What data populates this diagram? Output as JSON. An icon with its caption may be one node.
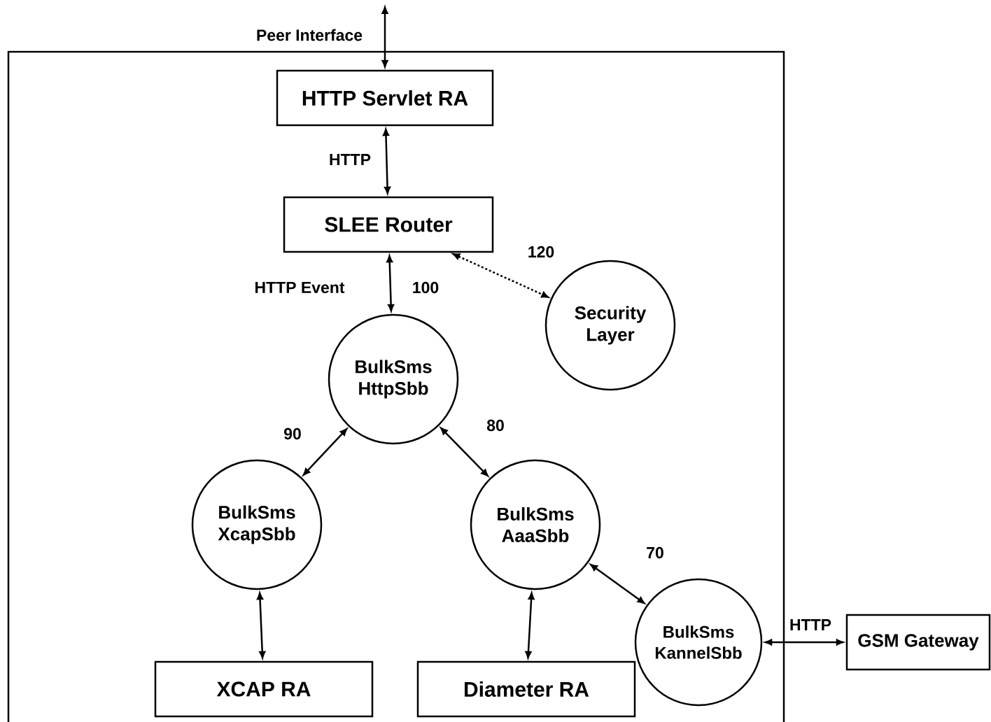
{
  "diagram": {
    "nodes": [
      {
        "text": [
          "HTTP Servlet RA"
        ]
      },
      {
        "text": [
          "SLEE Router"
        ]
      },
      {
        "text": [
          "Security Layer"
        ]
      },
      {
        "text": [
          "BulkSms HttpSbb"
        ]
      },
      {
        "text": [
          "BulkSms XcapSbb"
        ]
      },
      {
        "text": [
          "BulkSms AaaSbb"
        ]
      },
      {
        "text": [
          "BulkSms KannelSbb"
        ]
      },
      {
        "text": [
          "XCAP RA"
        ]
      },
      {
        "text": [
          "Diameter RA"
        ]
      },
      {
        "text": [
          "GSM Gateway"
        ]
      }
    ],
    "edges": [
      {
        "from": null,
        "to": 0,
        "arrow": "both",
        "label": "Peer Interface"
      },
      {
        "from": 0,
        "to": 1,
        "arrow": "both",
        "label": "HTTP"
      },
      {
        "from": 1,
        "to": 3,
        "arrow": "both",
        "label": "100"
      },
      {
        "from": 1,
        "to": 2,
        "arrow": "both",
        "label": "120",
        "style": "dashed"
      },
      {
        "from": 3,
        "to": 4,
        "arrow": "both",
        "label": "90"
      },
      {
        "from": 3,
        "to": 5,
        "arrow": "both",
        "label": "80"
      },
      {
        "from": 5,
        "to": 6,
        "arrow": "both",
        "label": "70"
      },
      {
        "from": 4,
        "to": 7,
        "arrow": "both"
      },
      {
        "from": 5,
        "to": 8,
        "arrow": "both"
      },
      {
        "from": 6,
        "to": 9,
        "arrow": "both",
        "label": "HTTP"
      }
    ],
    "labels": [
      "HTTP Event"
    ]
  }
}
